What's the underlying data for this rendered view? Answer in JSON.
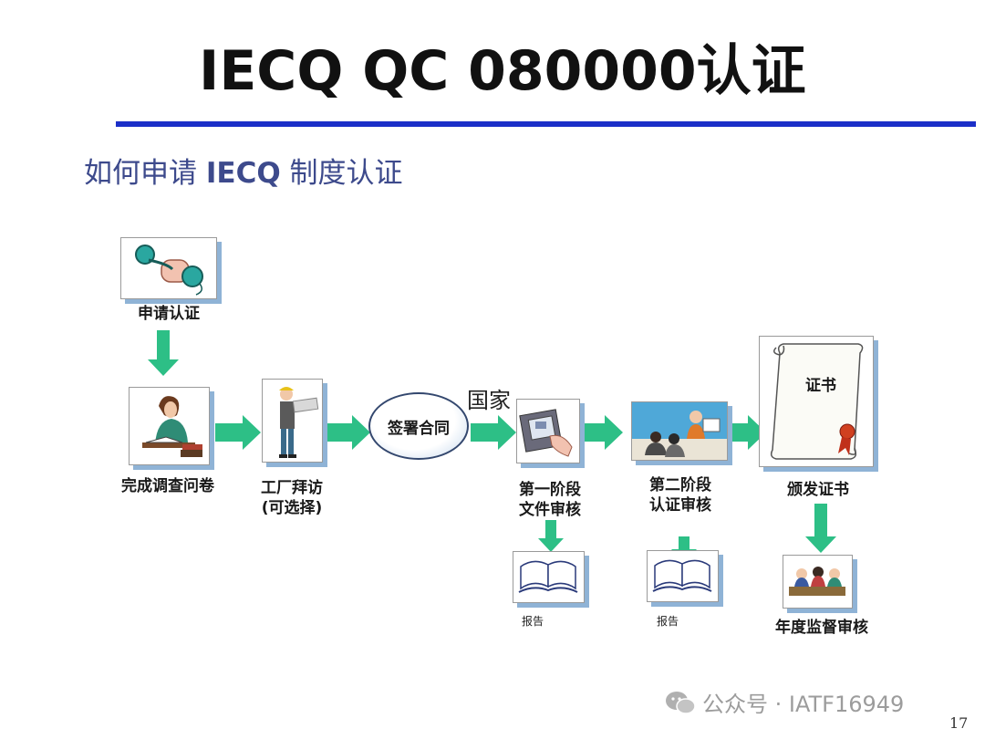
{
  "slide": {
    "title": "IECQ QC 080000认证",
    "subtitle_prefix": "如何申请",
    "subtitle_en": "IECQ",
    "subtitle_suffix": "制度认证",
    "page_number": "17",
    "accent_color": "#1b2fc8",
    "arrow_color": "#2dbf86"
  },
  "steps": {
    "apply": "申请认证",
    "questionnaire": "完成调查问卷",
    "factory_visit_1": "工厂拜访",
    "factory_visit_2": "(可选择)",
    "contract": "签署合同",
    "national": "国家",
    "stage1_1": "第一阶段",
    "stage1_2": "文件审核",
    "stage2_1": "第二阶段",
    "stage2_2": "认证审核",
    "certificate_scroll": "证书",
    "issue_certificate": "颁发证书",
    "report_1": "报告",
    "report_2": "报告",
    "annual_audit": "年度监督审核"
  },
  "watermark": {
    "text": "公众号 · IATF16949",
    "icon": "wechat-icon"
  }
}
